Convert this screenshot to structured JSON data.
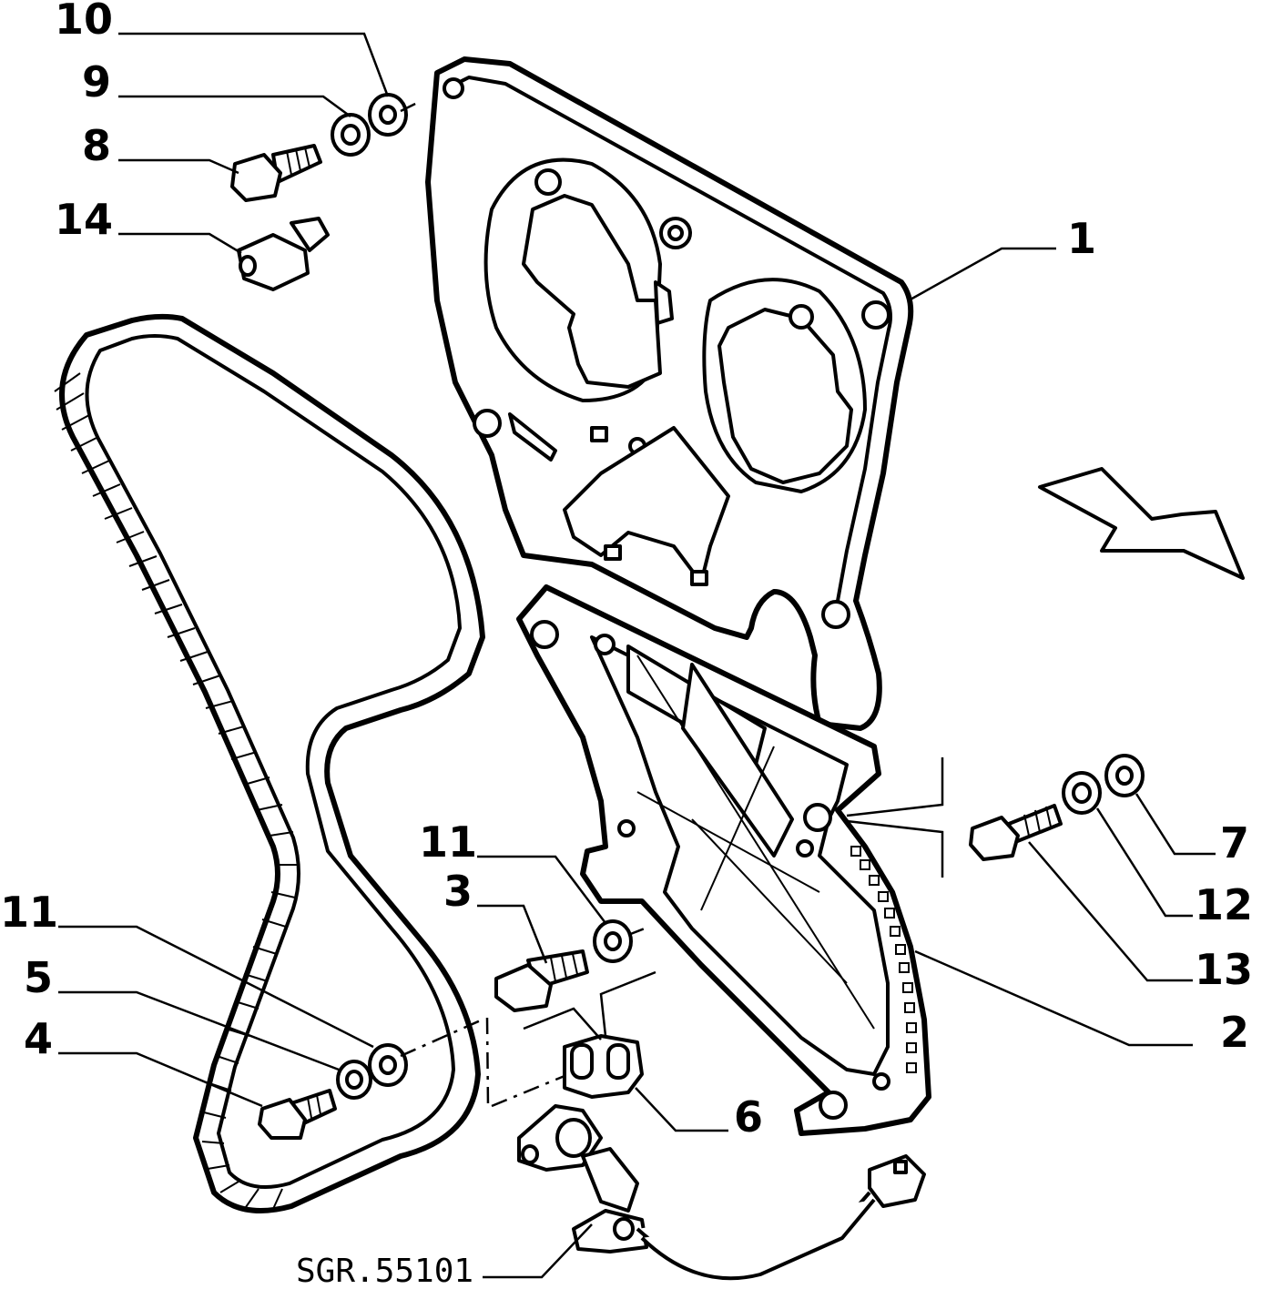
{
  "diagram": {
    "callouts": [
      "10",
      "9",
      "8",
      "14",
      "1",
      "11",
      "3",
      "11",
      "5",
      "4",
      "7",
      "12",
      "13",
      "2",
      "6"
    ],
    "code": "SGR.55101"
  }
}
